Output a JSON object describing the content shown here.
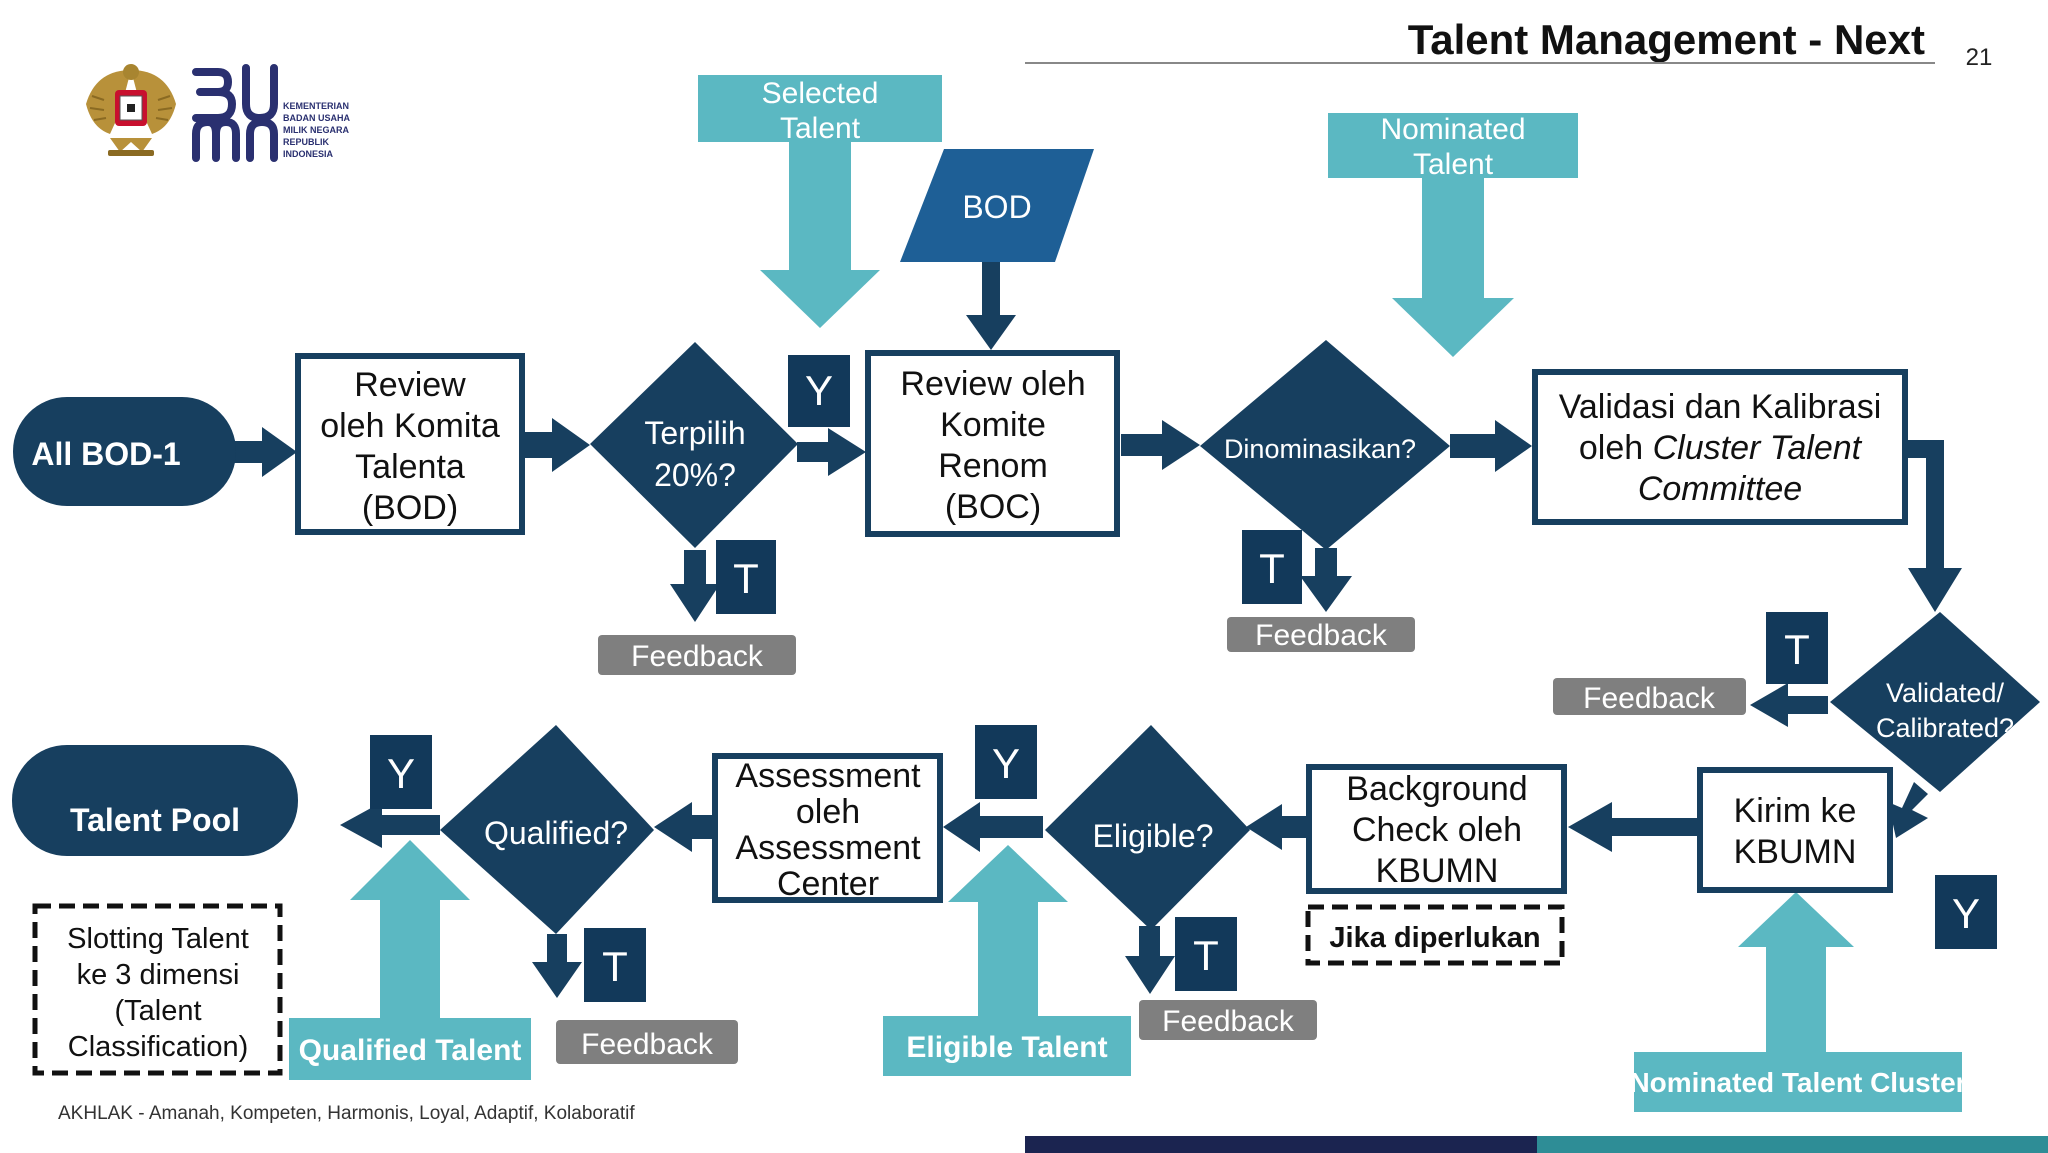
{
  "header": {
    "title": "Talent Management - Next",
    "page_number": "21"
  },
  "logo": {
    "brand": "BUMN",
    "ministry_lines": [
      "KEMENTERIAN",
      "BADAN USAHA",
      "MILIK NEGARA",
      "REPUBLIK",
      "INDONESIA"
    ]
  },
  "inputs": {
    "selected_talent": [
      "Selected",
      "Talent"
    ],
    "bod": "BOD",
    "nominated_talent": [
      "Nominated",
      "Talent"
    ],
    "qualified_talent": "Qualified Talent",
    "eligible_talent": "Eligible Talent",
    "nominated_talent_cluster": "Nominated Talent Cluster"
  },
  "terminals": {
    "start": "All BOD-1",
    "end": "Talent Pool"
  },
  "processes": {
    "review_komita": [
      "Review",
      "oleh Komita",
      "Talenta",
      "(BOD)"
    ],
    "review_komite": [
      "Review oleh",
      "Komite",
      "Renom",
      "(BOC)"
    ],
    "validasi": [
      "Validasi dan Kalibrasi",
      "oleh ",
      "Cluster Talent",
      "Committee"
    ],
    "kirim": [
      "Kirim ke",
      "KBUMN"
    ],
    "background": [
      "Background",
      "Check oleh",
      "KBUMN"
    ],
    "assessment": [
      "Assessment",
      "oleh",
      "Assessment",
      "Center"
    ]
  },
  "decisions": {
    "terpilih": [
      "Terpilih",
      "20%?"
    ],
    "dinominasikan": "Dinominasikan?",
    "validated": [
      "Validated/",
      "Calibrated?"
    ],
    "eligible": "Eligible?",
    "qualified": "Qualified?"
  },
  "labels": {
    "yes": "Y",
    "no": "T",
    "feedback": "Feedback"
  },
  "notes": {
    "jika": "Jika diperlukan",
    "slotting": [
      "Slotting Talent",
      "ke 3 dimensi",
      "(Talent",
      "Classification)"
    ]
  },
  "footer": {
    "akhlak": "AKHLAK - Amanah, Kompeten, Harmonis, Loyal, Adaptif, Kolaboratif"
  },
  "colors": {
    "navy": "#173f5f",
    "navy_dark": "#12395a",
    "teal": "#5bb8c2",
    "bod_blue": "#1e5f96",
    "feedback_gray": "#7f7f7f",
    "footer_teal": "#2e8d96",
    "footer_navy": "#1b2450"
  }
}
